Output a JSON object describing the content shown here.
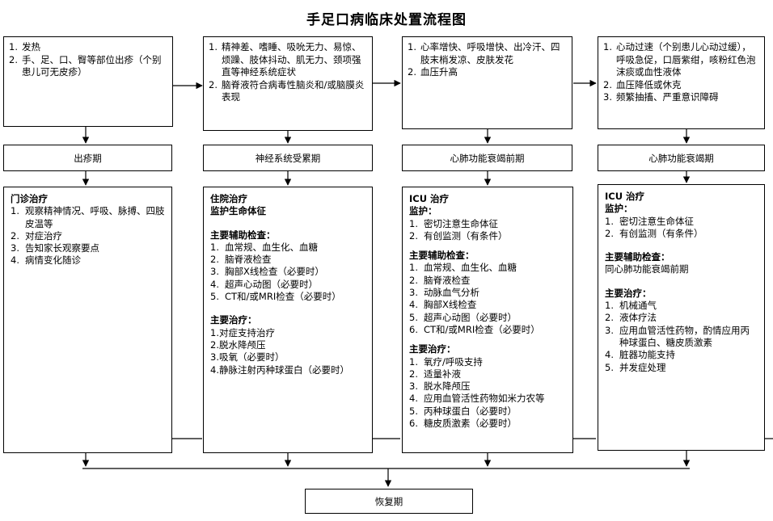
{
  "title": "手足口病临床处置流程图",
  "columns": [
    {
      "symptoms": [
        {
          "num": "1.",
          "text": "发热"
        },
        {
          "num": "2.",
          "text": "手、足、口、臀等部位出疹（个别患儿可无皮疹）"
        }
      ],
      "stage": "出疹期",
      "treatment": {
        "blocks": [
          {
            "heads": [
              "门诊治疗"
            ],
            "items": [
              {
                "num": "1.",
                "text": "观察精神情况、呼吸、脉搏、四肢皮温等"
              },
              {
                "num": "2.",
                "text": "对症治疗"
              },
              {
                "num": "3.",
                "text": "告知家长观察要点"
              },
              {
                "num": "4.",
                "text": "病情变化随诊"
              }
            ]
          }
        ]
      }
    },
    {
      "symptoms": [
        {
          "num": "1.",
          "text": "精神差、嗜睡、吸吮无力、易惊、烦躁、肢体抖动、肌无力、颈项强直等神经系统症状"
        },
        {
          "num": "2.",
          "text": "脑脊液符合病毒性脑炎和/或脑膜炎表现"
        }
      ],
      "stage": "神经系统受累期",
      "treatment": {
        "blocks": [
          {
            "heads": [
              "住院治疗",
              "监护生命体征"
            ],
            "items": []
          },
          {
            "heads": [
              "主要辅助检查："
            ],
            "items": [
              {
                "num": "1.",
                "text": "血常规、血生化、血糖"
              },
              {
                "num": "2.",
                "text": "脑脊液检查"
              },
              {
                "num": "3.",
                "text": "胸部X线检查（必要时）"
              },
              {
                "num": "4.",
                "text": "超声心动图（必要时）"
              },
              {
                "num": "5.",
                "text": "CT和/或MRI检查（必要时）"
              }
            ]
          },
          {
            "heads": [
              "主要治疗："
            ],
            "lines": [
              "1.对症支持治疗",
              "2.脱水降颅压",
              "3.吸氧（必要时）",
              "4.静脉注射丙种球蛋白（必要时）"
            ]
          }
        ]
      }
    },
    {
      "symptoms": [
        {
          "num": "1.",
          "text": "心率增快、呼吸增快、出冷汗、四肢末梢发凉、皮肤发花"
        },
        {
          "num": "2.",
          "text": "血压升高"
        }
      ],
      "stage": "心肺功能衰竭前期",
      "treatment": {
        "blocks": [
          {
            "heads": [
              "ICU 治疗",
              "监护："
            ],
            "items": [
              {
                "num": "1.",
                "text": "密切注意生命体征"
              },
              {
                "num": "2.",
                "text": "有创监测（有条件）"
              }
            ]
          },
          {
            "heads": [
              "主要辅助检查："
            ],
            "items": [
              {
                "num": "1.",
                "text": "血常规、血生化、血糖"
              },
              {
                "num": "2.",
                "text": "脑脊液检查"
              },
              {
                "num": "3.",
                "text": "动脉血气分析"
              },
              {
                "num": "4.",
                "text": "胸部X线检查"
              },
              {
                "num": "5.",
                "text": "超声心动图（必要时）"
              },
              {
                "num": "6.",
                "text": "CT和/或MRI检查（必要时）"
              }
            ]
          },
          {
            "heads": [
              "主要治疗："
            ],
            "items": [
              {
                "num": "1.",
                "text": "氧疗/呼吸支持"
              },
              {
                "num": "2.",
                "text": "适量补液"
              },
              {
                "num": "3.",
                "text": "脱水降颅压"
              },
              {
                "num": "4.",
                "text": "应用血管活性药物如米力农等"
              },
              {
                "num": "5.",
                "text": "丙种球蛋白（必要时）"
              },
              {
                "num": "6.",
                "text": "糖皮质激素（必要时）"
              }
            ]
          }
        ]
      }
    },
    {
      "symptoms": [
        {
          "num": "1.",
          "text": "心动过速（个别患儿心动过缓），呼吸急促，口唇紫绀，咳粉红色泡沫痰或血性液体"
        },
        {
          "num": "2.",
          "text": "血压降低或休克"
        },
        {
          "num": "3.",
          "text": "频繁抽搐、严重意识障碍"
        }
      ],
      "stage": "心肺功能衰竭期",
      "treatment": {
        "blocks": [
          {
            "heads": [
              "ICU 治疗",
              "监护："
            ],
            "items": [
              {
                "num": "1.",
                "text": "密切注意生命体征"
              },
              {
                "num": "2.",
                "text": "有创监测（有条件）"
              }
            ]
          },
          {
            "heads": [
              "主要辅助检查："
            ],
            "lines": [
              "同心肺功能衰竭前期"
            ]
          },
          {
            "heads": [
              "主要治疗："
            ],
            "items": [
              {
                "num": "1.",
                "text": "机械通气"
              },
              {
                "num": "2.",
                "text": "液体疗法"
              },
              {
                "num": "3.",
                "text": "应用血管活性药物，酌情应用丙种球蛋白、糖皮质激素"
              },
              {
                "num": "4.",
                "text": "脏器功能支持"
              },
              {
                "num": "5.",
                "text": "并发症处理"
              }
            ]
          }
        ]
      }
    }
  ],
  "recovery": "恢复期"
}
